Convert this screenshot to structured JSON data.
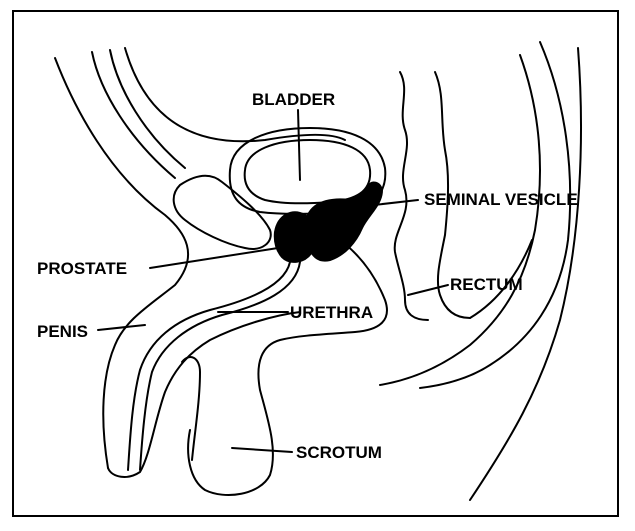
{
  "labels": {
    "bladder": "BLADDER",
    "seminal_vesicle": "SEMINAL VESICLE",
    "prostate": "PROSTATE",
    "rectum": "RECTUM",
    "urethra": "URETHRA",
    "penis": "PENIS",
    "scrotum": "SCROTUM"
  },
  "colors": {
    "ink": "#000000",
    "background": "#ffffff"
  }
}
